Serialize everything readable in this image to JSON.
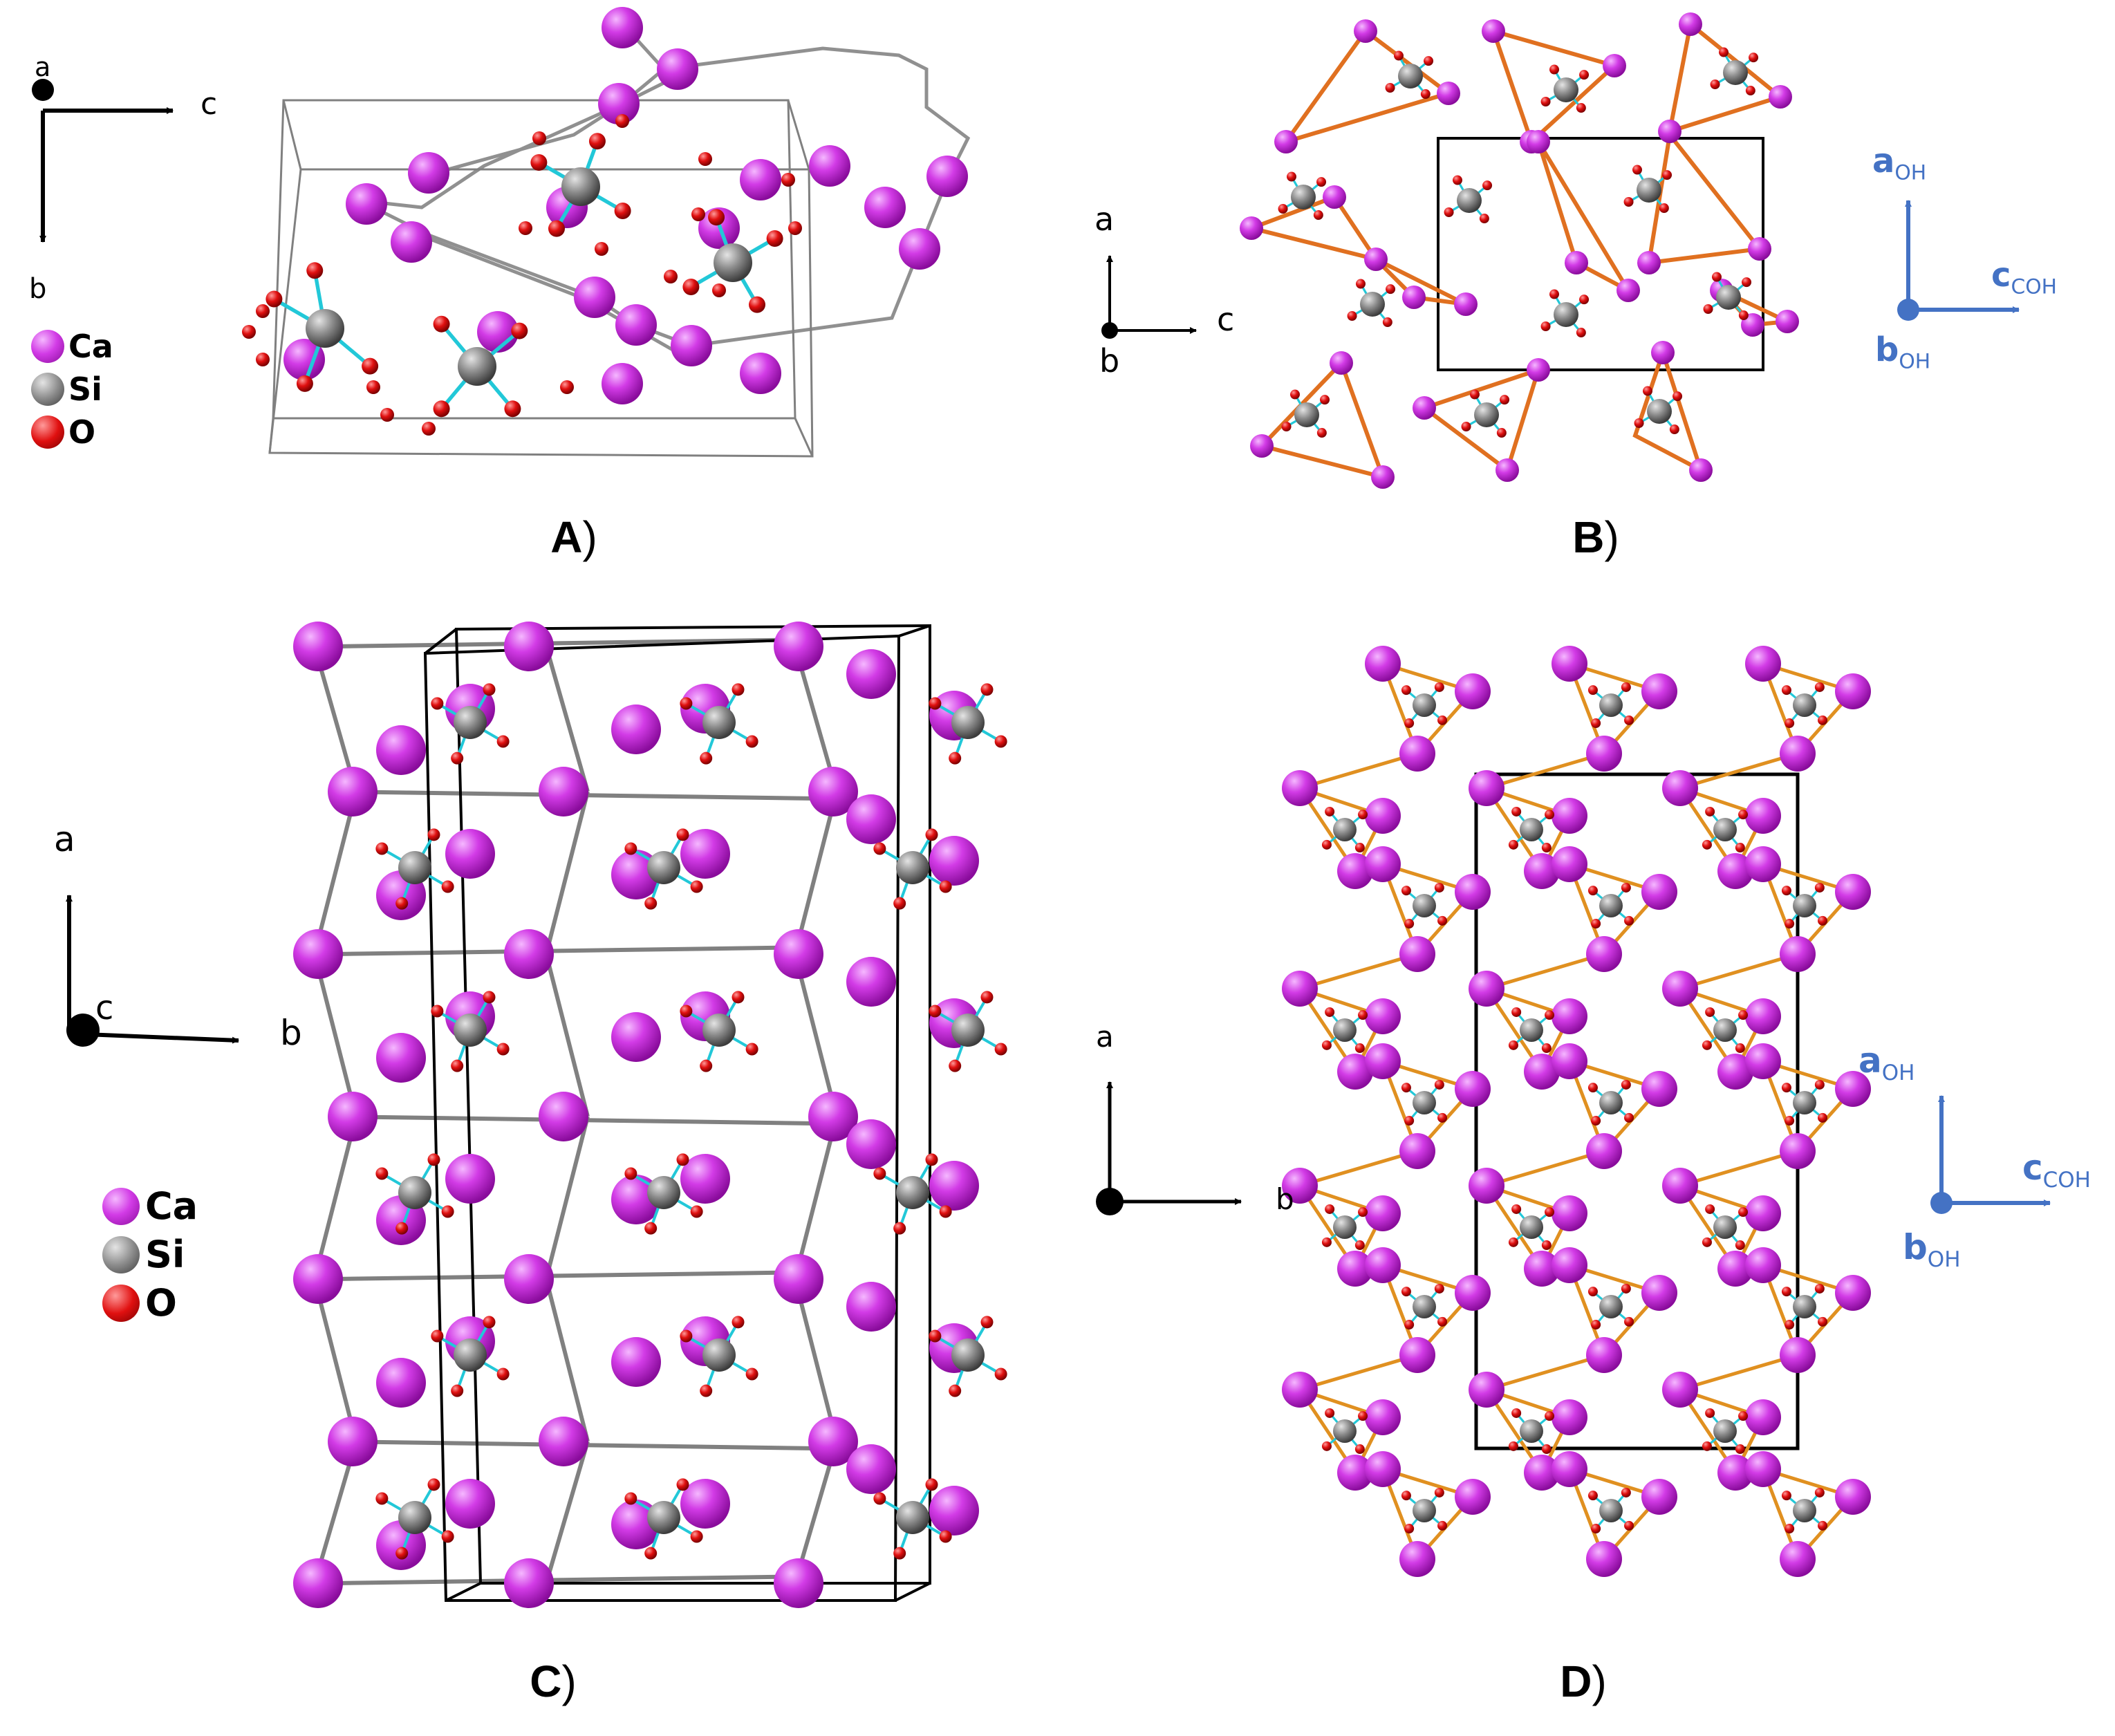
{
  "panels": {
    "A": {
      "label": "A",
      "paren": ")"
    },
    "B": {
      "label": "B",
      "paren": ")"
    },
    "C": {
      "label": "C",
      "paren": ")"
    },
    "D": {
      "label": "D",
      "paren": ")"
    }
  },
  "legend": {
    "items": [
      {
        "symbol": "Ca",
        "color": "#cc33e0"
      },
      {
        "symbol": "Si",
        "color": "#7a7a7a"
      },
      {
        "symbol": "O",
        "color": "#e01010"
      }
    ]
  },
  "axes": {
    "A": {
      "horizontal": "c",
      "vertical": "b",
      "out_of_plane": "a"
    },
    "B": {
      "horizontal": "c",
      "vertical": "a",
      "out_of_plane": "b"
    },
    "C": {
      "horizontal": "b",
      "vertical": "a",
      "out_of_plane": "c"
    },
    "D": {
      "horizontal": "b",
      "vertical": "a",
      "out_of_plane": ""
    }
  },
  "oh_axes": {
    "a": {
      "main": "a",
      "sub": "OH"
    },
    "b": {
      "main": "b",
      "sub": "OH"
    },
    "c": {
      "main": "c",
      "sub": "COH"
    }
  },
  "colors": {
    "ca": "#cc33e0",
    "si": "#8a8a8a",
    "o": "#e01010",
    "si_o_bond": "#22c8d8",
    "ca_ca_bond_B": "#e07020",
    "ca_ca_bond_D": "#e09020",
    "cell_edge": "#000000",
    "ca_network": "#808080",
    "oh_axis": "#4472c4"
  }
}
